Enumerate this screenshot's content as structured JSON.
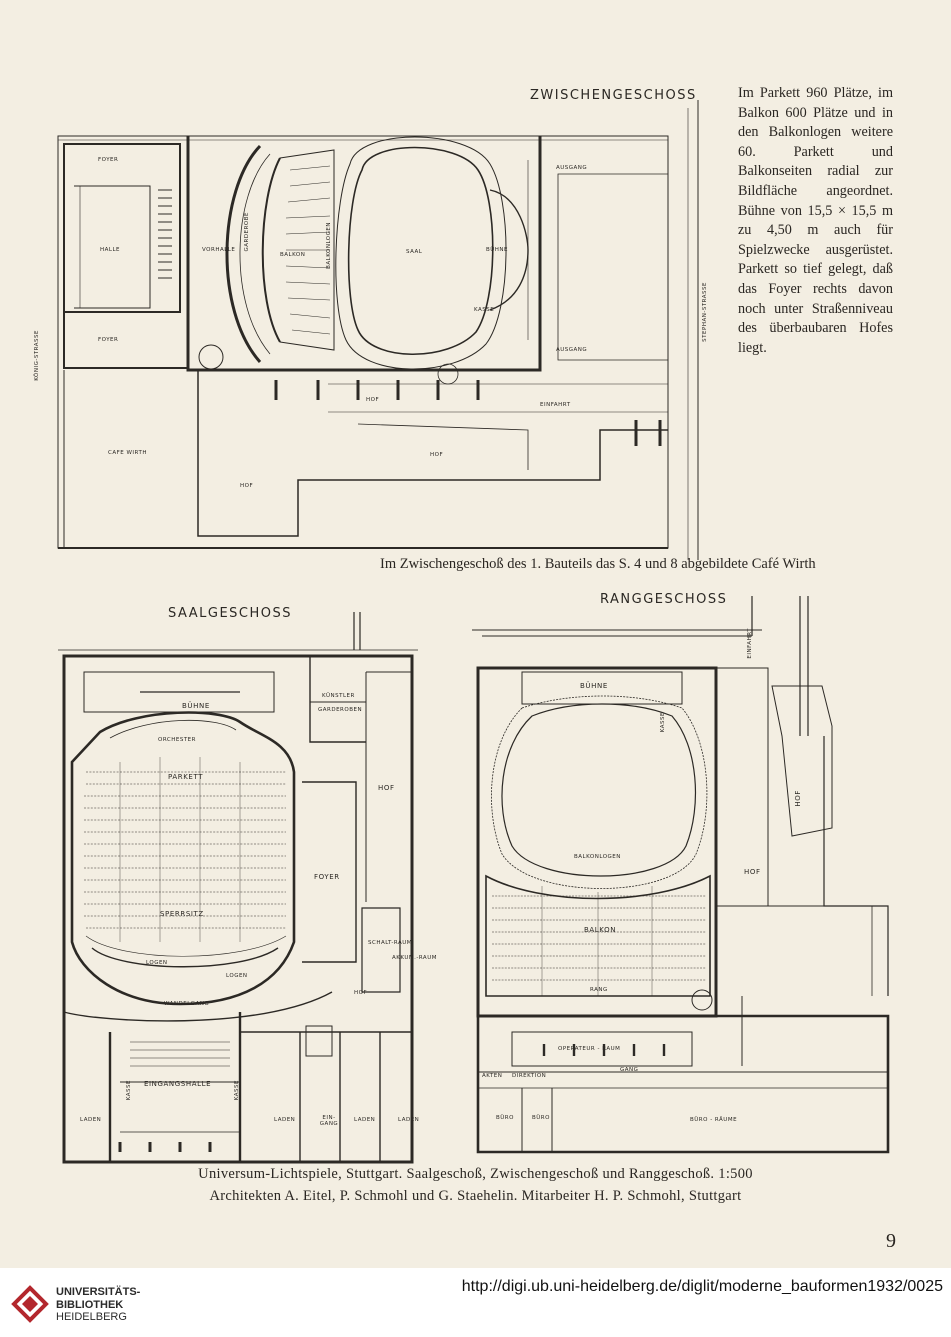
{
  "plans": {
    "top": {
      "title": "ZWISCHENGESCHOSS",
      "labels": {
        "foyer_top": "FOYER",
        "halle": "HALLE",
        "foyer_bottom": "FOYER",
        "vorhalle": "VORHALLE",
        "garderobe": "GARDEROBE",
        "balkon": "BALKON",
        "balkonlogen": "BALKONLOGEN",
        "saal": "SAAL",
        "buehne": "BÜHNE",
        "ausgang_top": "AUSGANG",
        "ausgang_bottom": "AUSGANG",
        "kasse": "KASSE",
        "hof": "HOF",
        "hof2": "HOF",
        "hof3": "HOF",
        "einfahrt": "EINFAHRT",
        "cafe": "CAFE WIRTH",
        "koenig_strasse": "KÖNIG-STRASSE",
        "stephan_strasse": "STEPHAN-STRASSE"
      }
    },
    "left": {
      "title": "SAALGESCHOSS",
      "labels": {
        "buehne": "BÜHNE",
        "kuenstler": "KÜNSTLER",
        "garderoben": "GARDEROBEN",
        "orchester": "ORCHESTER",
        "parkett": "PARKETT",
        "hof": "HOF",
        "foyer": "FOYER",
        "sperrsitz": "SPERRSITZ",
        "logen1": "LOGEN",
        "logen2": "LOGEN",
        "wandelgang": "WANDELGANG",
        "schaltraum": "SCHALT-RAUM",
        "akkuraum": "AKKUM.-RAUM",
        "hof_small": "HOF",
        "eingangshalle": "EINGANGSHALLE",
        "kasse1": "KASSE",
        "kasse2": "KASSE",
        "laden1": "LADEN",
        "laden2": "LADEN",
        "eingang": "EIN-GANG",
        "laden3": "LADEN",
        "laden4": "LADEN"
      }
    },
    "right": {
      "title": "RANGGESCHOSS",
      "labels": {
        "buehne": "BÜHNE",
        "kasse": "KASSE",
        "einfahrt": "EINFAHRT",
        "hof_vert": "HOF",
        "hof": "HOF",
        "balkonlogen": "BALKONLOGEN",
        "balkon": "BALKON",
        "rang": "RANG",
        "operateur": "OPERATEUR - RAUM",
        "gang": "GANG",
        "akten": "AKTEN",
        "direktion": "DIREKTION",
        "buero1": "BÜRO",
        "buero2": "BÜRO",
        "bueroraeume": "BÜRO - RÄUME"
      }
    }
  },
  "side_text": "Im Parkett 960 Plätze, im Balkon 600 Plätze und in den Balkon­logen weitere 60. Par­kett und Balkonseiten radial zur Bildfläche an­geordnet. Bühne von 15,5 × 15,5 m zu 4,50 m auch für Spielzwecke ausgerüstet. Parkett so tief gelegt, daß das Foyer rechts davon noch unter Straßen­niveau des überbau­baren Hofes liegt.",
  "caption_middle": "Im Zwischengeschoß des 1. Bauteils das S. 4 und 8 abgebildete Café Wirth",
  "caption_bottom": {
    "line1": "Universum-Lichtspiele, Stuttgart. Saalgeschoß, Zwischengeschoß und Ranggeschoß. 1:500",
    "line2": "Architekten A. Eitel, P. Schmohl und G. Staehelin. Mitarbeiter H. P. Schmohl, Stuttgart"
  },
  "page_number": "9",
  "footer": {
    "logo_line1": "UNIVERSITÄTS-",
    "logo_line2": "BIBLIOTHEK",
    "logo_line3": "HEIDELBERG",
    "url": "http://digi.ub.uni-heidelberg.de/diglit/moderne_bauformen1932/0025"
  },
  "colors": {
    "paper": "#f3eee2",
    "ink": "#2c2925",
    "footer_bg": "#ffffff",
    "logo_red": "#b3272d"
  }
}
